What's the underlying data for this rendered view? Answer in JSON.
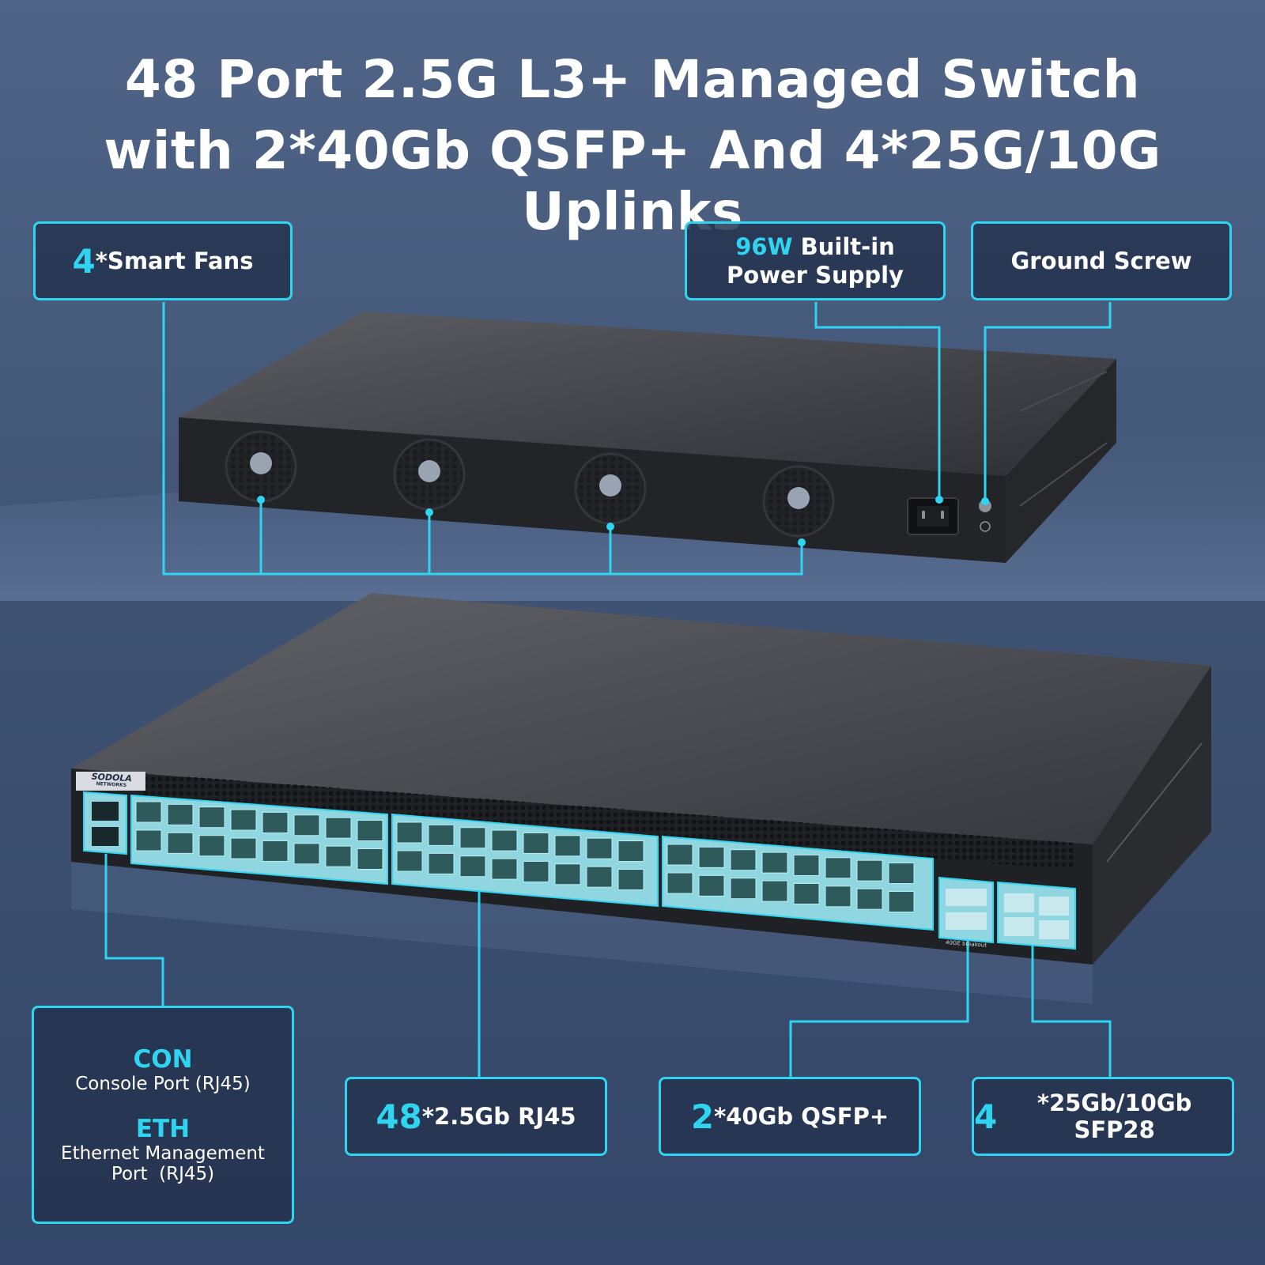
{
  "title": {
    "line1": "48 Port 2.5G L3+ Managed Switch",
    "line2": "with 2*40Gb QSFP+ And 4*25G/10G Uplinks"
  },
  "callouts": {
    "fans": {
      "count": "4",
      "text": "*Smart Fans"
    },
    "psu": {
      "highlight": "96W",
      "text": " Built-in",
      "line2": "Power Supply"
    },
    "ground": {
      "text": "Ground Screw"
    },
    "console": {
      "con_title": "CON",
      "con_desc": "Console Port (RJ45)",
      "eth_title": "ETH",
      "eth_desc_1": "Ethernet Management",
      "eth_desc_2": "Port  (RJ45)"
    },
    "rj45": {
      "count": "48",
      "text": "*2.5Gb RJ45"
    },
    "qsfp": {
      "count": "2",
      "text": "*40Gb QSFP+"
    },
    "sfp28": {
      "count": "4",
      "text": "*25Gb/10Gb SFP28"
    }
  },
  "device": {
    "brand": "SODOLA",
    "brand_sub": "NETWORKS",
    "qsfp_label": "40GE breakout"
  },
  "colors": {
    "accent": "#2fd4f0",
    "background": "#46597c",
    "chassis": "#2a2c31"
  }
}
